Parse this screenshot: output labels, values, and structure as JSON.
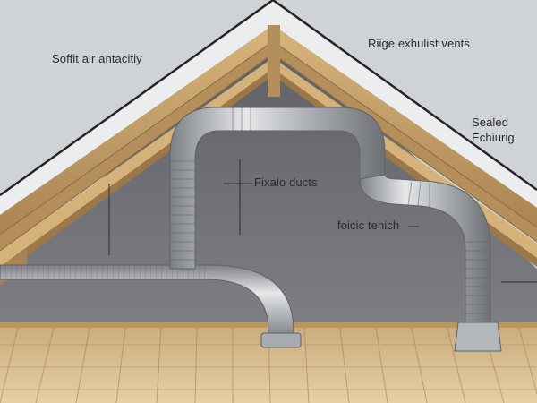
{
  "colors": {
    "sky": "#cfd2d6",
    "attic_wall": "#6f7176",
    "roof_fascia": "#e9eaea",
    "roof_edge": "#2a2a2a",
    "timber": "#c9a46c",
    "timber_dark": "#9b7747",
    "floor": "#d9bc8c",
    "duct_metal": "#b9bcc0"
  },
  "labels": {
    "soffit": "Soffit air antacitiy",
    "ridge": "Riige exhulist vents",
    "sealed_line1": "Sealed",
    "sealed_line2": "Echiurig",
    "flexible_ducts": "Fixalo ducts",
    "foil": "foicic tenich"
  },
  "icons": {
    "roof": "gable-roof-illustration",
    "ducts": "flexible-duct-illustration"
  }
}
